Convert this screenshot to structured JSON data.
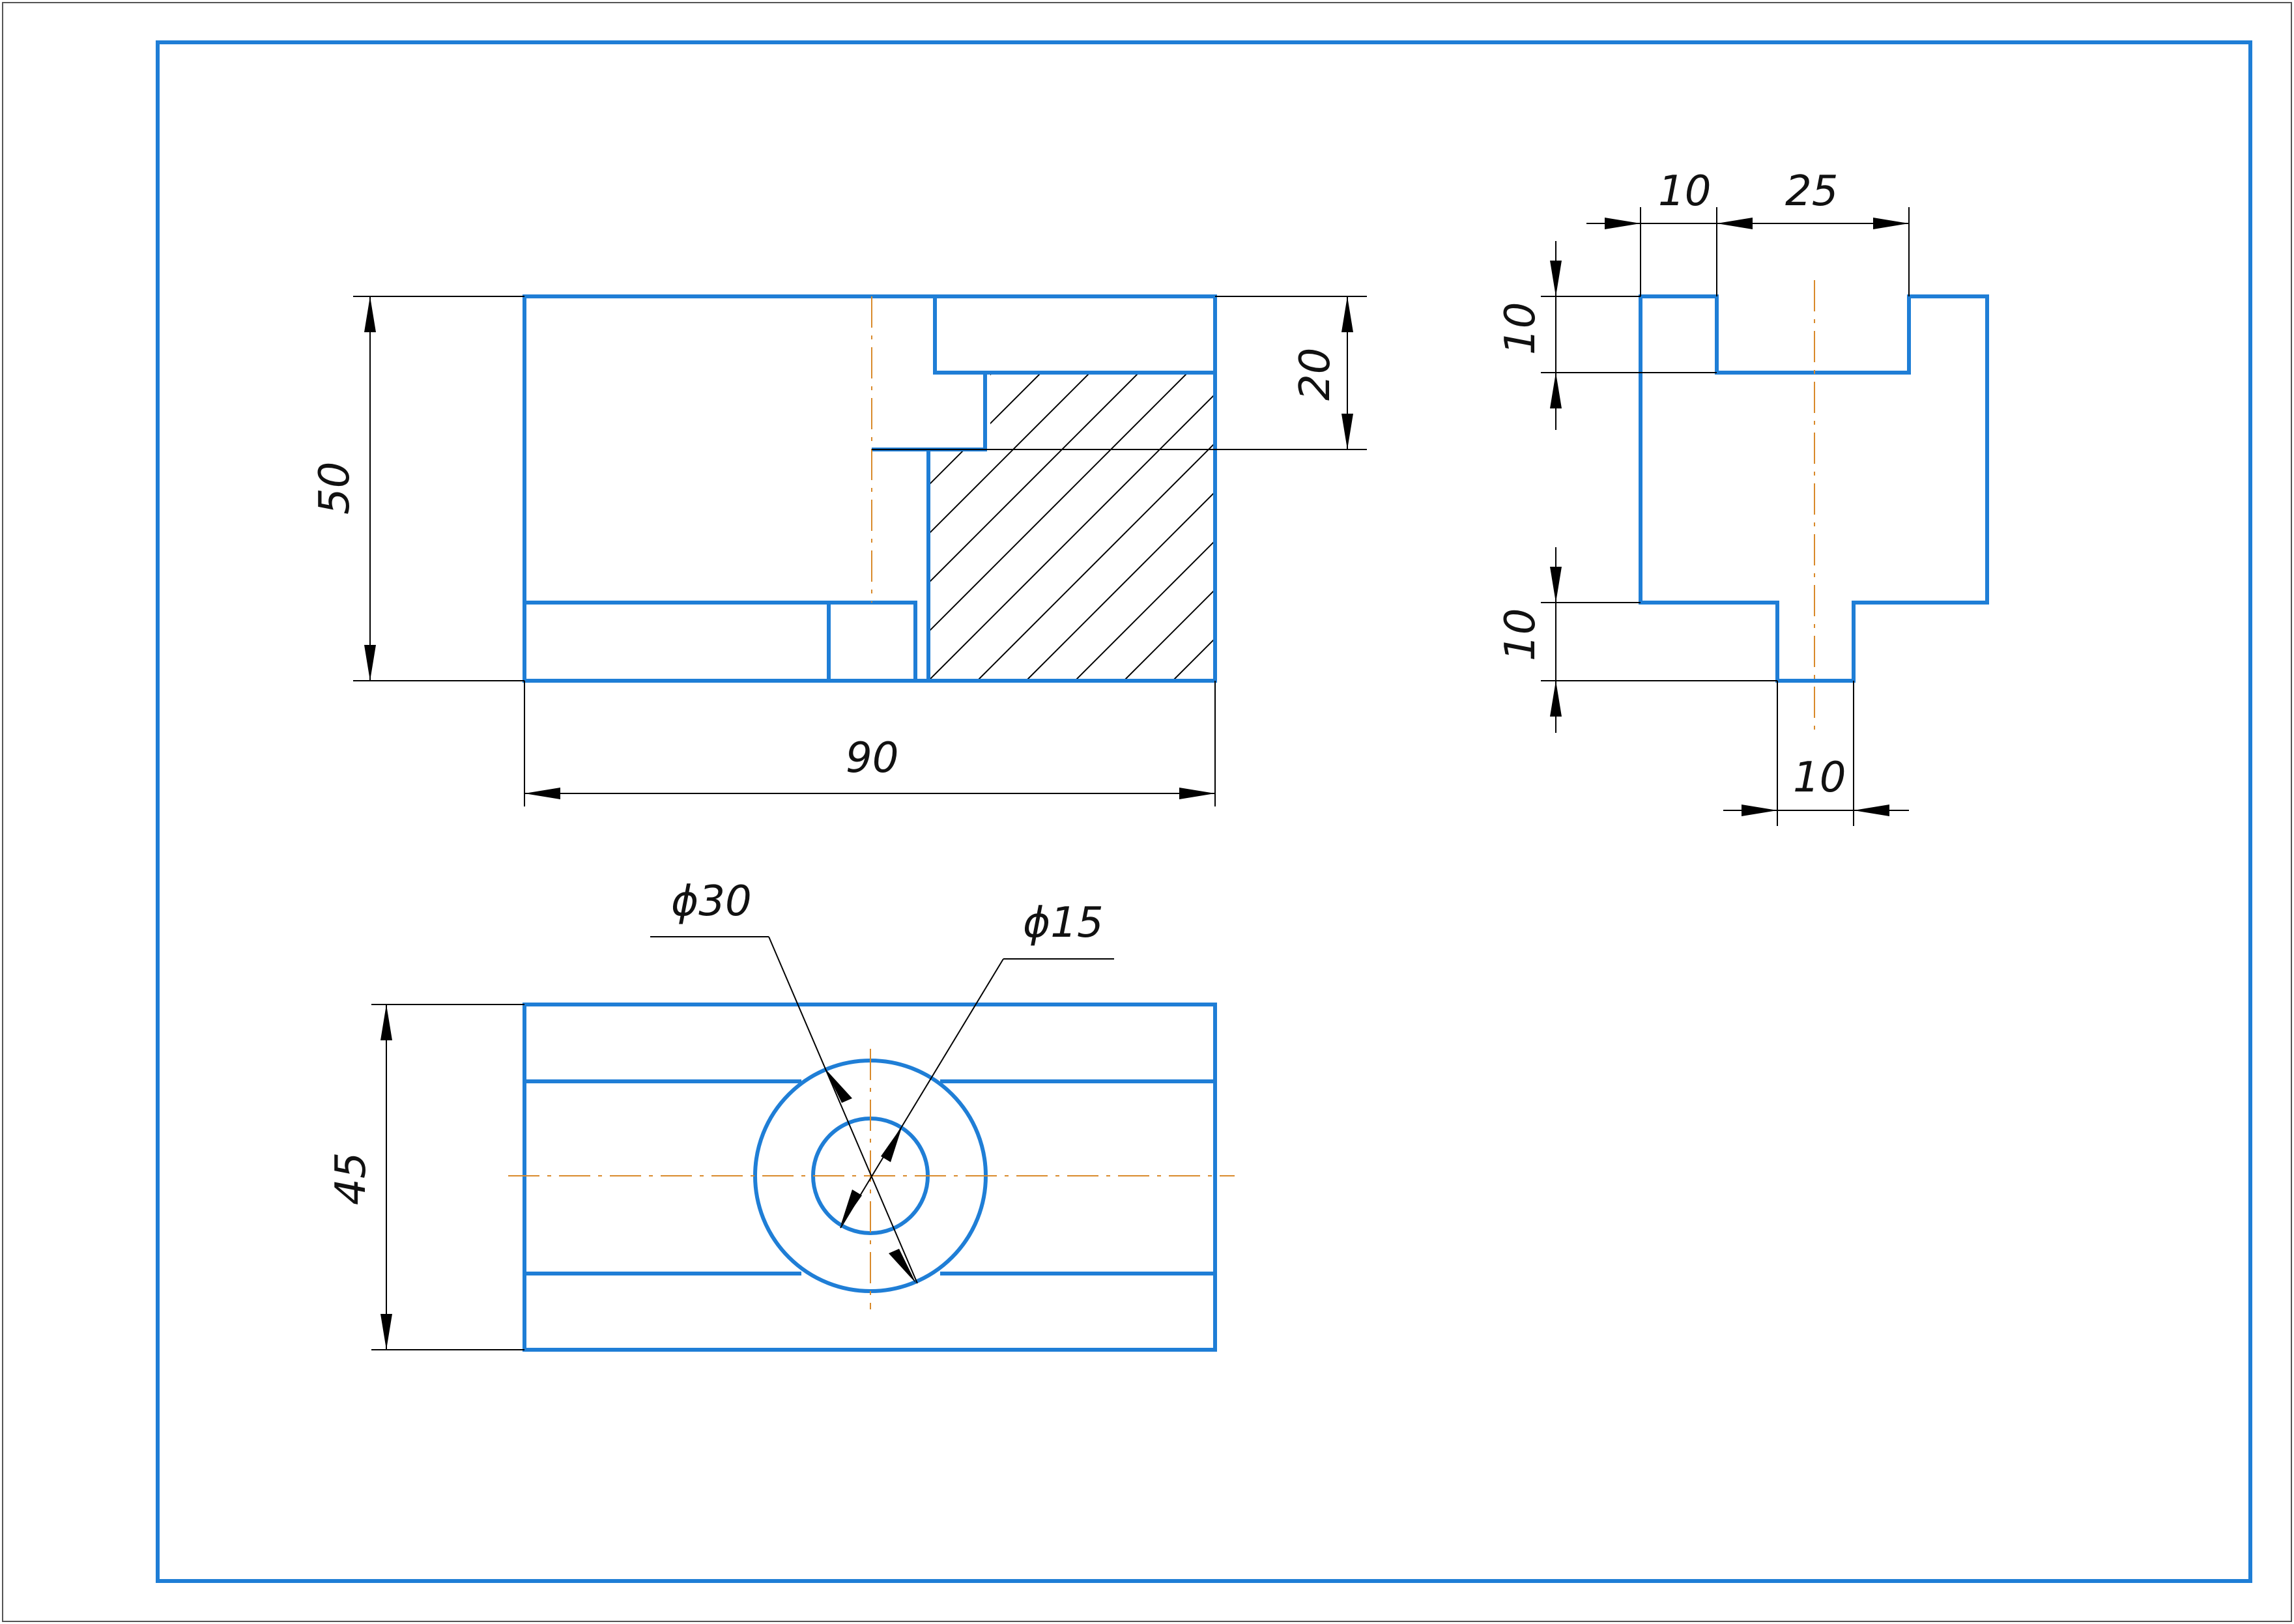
{
  "colors": {
    "outline": "#1f7ed6",
    "dimension": "#000000",
    "centerline": "#d98a2b"
  },
  "front_view": {
    "width_label": "90",
    "height_label": "50",
    "step_label": "20"
  },
  "side_view": {
    "top_left_label": "10",
    "top_slot_label": "25",
    "top_depth_label": "10",
    "bottom_depth_label": "10",
    "bottom_slot_label": "10"
  },
  "top_view": {
    "depth_label": "45",
    "outer_diameter_label": "ϕ30",
    "inner_diameter_label": "ϕ15"
  }
}
